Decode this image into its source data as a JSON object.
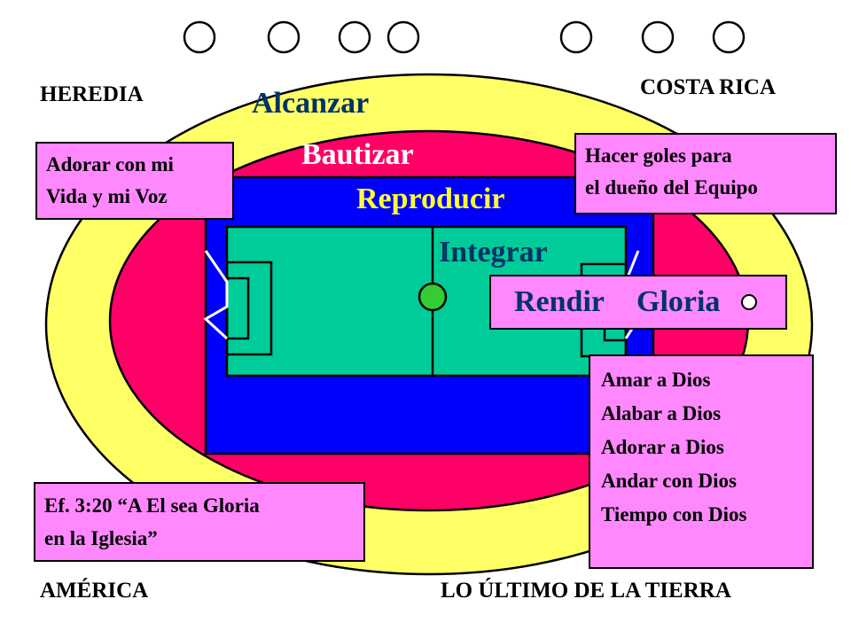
{
  "corners": {
    "top_left": "HEREDIA",
    "top_right": "COSTA RICA",
    "bottom_left": "AMÉRICA",
    "bottom_right": "LO ÚLTIMO DE LA TIERRA"
  },
  "rings": {
    "outer": "Alcanzar",
    "middle": "Bautizar",
    "inner": "Reproducir",
    "field": "Integrar"
  },
  "boxes": {
    "top_left": {
      "line1": "Adorar con mi",
      "line2": "Vida y mi Voz"
    },
    "top_right": {
      "line1": "Hacer goles para",
      "line2": "el dueño del Equipo"
    },
    "bottom_left": {
      "line1": "Ef. 3:20 “A El sea Gloria",
      "line2": "en la Iglesia”"
    },
    "right_list": [
      "Amar a Dios",
      "Alabar a Dios",
      "Adorar a Dios",
      "Andar con Dios",
      "Tiempo con Dios"
    ]
  },
  "gloria_bar": {
    "word1": "Rendir",
    "word2": "Gloria"
  },
  "top_circles_count": 7,
  "colors": {
    "outer_ring": "#ffff66",
    "middle_ring": "#ff0066",
    "inner_field": "#0000ff",
    "pitch": "#00cc99",
    "ball": "#33cc33",
    "box_fill": "#ff88ff",
    "label_dark": "#003366"
  }
}
